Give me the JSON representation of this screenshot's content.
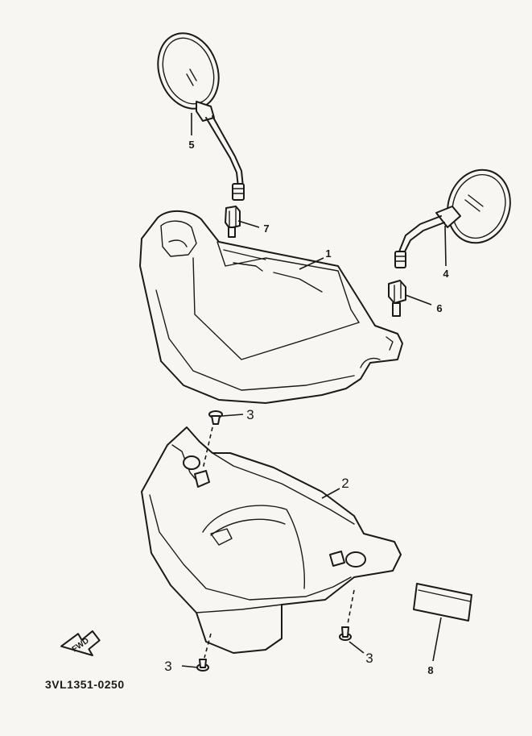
{
  "diagram": {
    "code": "3VL1351-0250",
    "direction_label": "FWD",
    "callouts": [
      {
        "id": "c1",
        "label": "1"
      },
      {
        "id": "c2",
        "label": "2"
      },
      {
        "id": "c3a",
        "label": "3"
      },
      {
        "id": "c3b",
        "label": "3"
      },
      {
        "id": "c3c",
        "label": "3"
      },
      {
        "id": "c4",
        "label": "4"
      },
      {
        "id": "c5",
        "label": "5"
      },
      {
        "id": "c6",
        "label": "6"
      },
      {
        "id": "c7",
        "label": "7"
      },
      {
        "id": "c8",
        "label": "8"
      }
    ]
  }
}
